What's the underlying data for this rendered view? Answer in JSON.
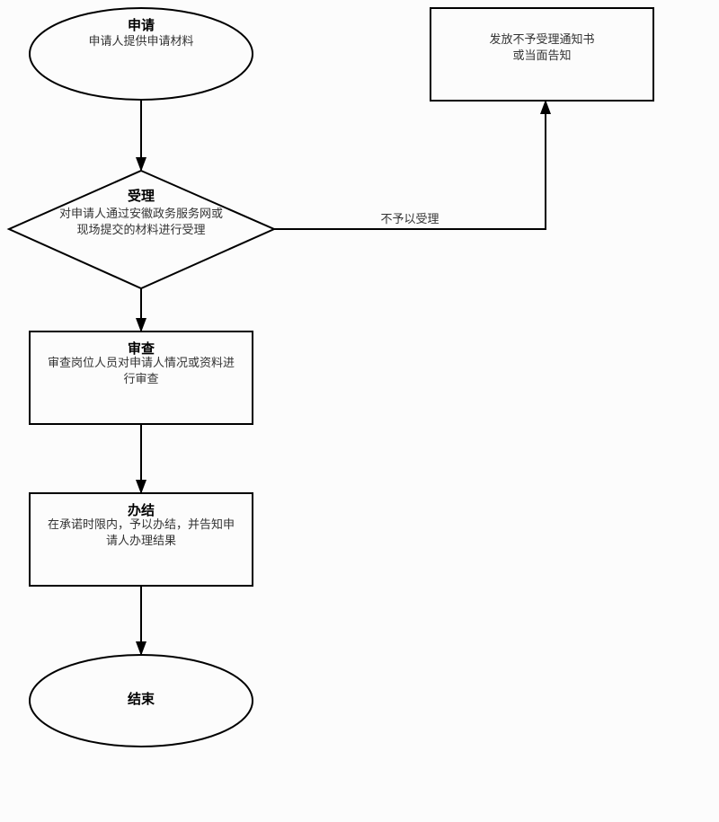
{
  "nodes": {
    "apply": {
      "title": "申请",
      "lines": [
        "申请人提供申请材料"
      ]
    },
    "reject_notice": {
      "lines": [
        "发放不予受理通知书",
        "或当面告知"
      ]
    },
    "accept": {
      "title": "受理",
      "lines": [
        "对申请人通过安徽政务服务网或",
        "现场提交的材料进行受理"
      ]
    },
    "review": {
      "title": "审查",
      "lines": [
        "审查岗位人员对申请人情况或资料进",
        "行审查"
      ]
    },
    "complete": {
      "title": "办结",
      "lines": [
        "在承诺时限内，予以办结，并告知申",
        "请人办理结果"
      ]
    },
    "end": {
      "title": "结束"
    }
  },
  "edges": {
    "reject_label": "不予以受理"
  }
}
